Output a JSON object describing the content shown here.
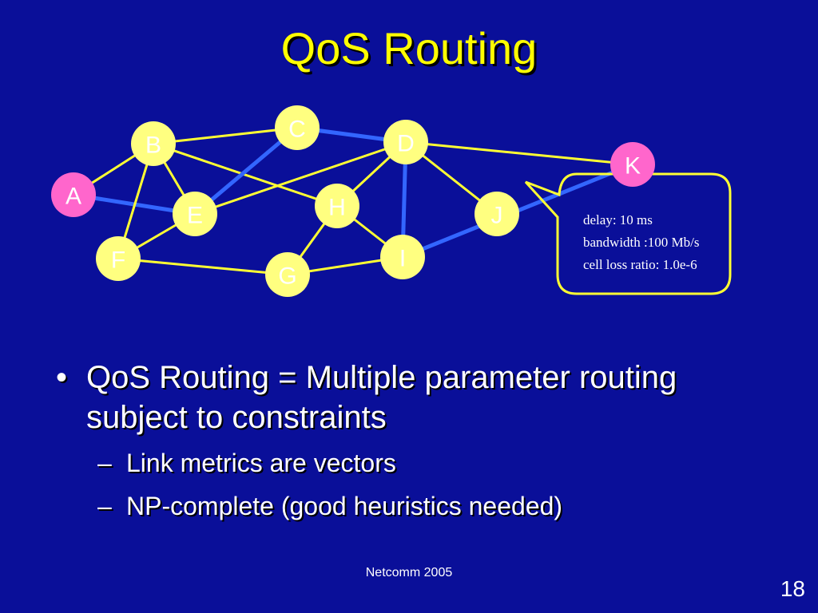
{
  "slide": {
    "title": "QoS Routing",
    "footer": "Netcomm 2005",
    "page_number": "18"
  },
  "diagram": {
    "nodes": [
      {
        "id": "A",
        "label": "A",
        "color": "#ff66cc"
      },
      {
        "id": "B",
        "label": "B",
        "color": "#ffff80"
      },
      {
        "id": "C",
        "label": "C",
        "color": "#ffff80"
      },
      {
        "id": "D",
        "label": "D",
        "color": "#ffff80"
      },
      {
        "id": "E",
        "label": "E",
        "color": "#ffff80"
      },
      {
        "id": "F",
        "label": "F",
        "color": "#ffff80"
      },
      {
        "id": "G",
        "label": "G",
        "color": "#ffff80"
      },
      {
        "id": "H",
        "label": "H",
        "color": "#ffff80"
      },
      {
        "id": "I",
        "label": "I",
        "color": "#ffff80"
      },
      {
        "id": "J",
        "label": "J",
        "color": "#ffff80"
      },
      {
        "id": "K",
        "label": "K",
        "color": "#ff66cc"
      }
    ],
    "edges": [
      {
        "from": "A",
        "to": "B",
        "highlighted": false
      },
      {
        "from": "A",
        "to": "E",
        "highlighted": true
      },
      {
        "from": "B",
        "to": "C",
        "highlighted": false
      },
      {
        "from": "B",
        "to": "E",
        "highlighted": false
      },
      {
        "from": "B",
        "to": "F",
        "highlighted": false
      },
      {
        "from": "B",
        "to": "H",
        "highlighted": false
      },
      {
        "from": "C",
        "to": "D",
        "highlighted": true
      },
      {
        "from": "C",
        "to": "E",
        "highlighted": true
      },
      {
        "from": "D",
        "to": "E",
        "highlighted": false
      },
      {
        "from": "D",
        "to": "H",
        "highlighted": false
      },
      {
        "from": "D",
        "to": "I",
        "highlighted": true
      },
      {
        "from": "D",
        "to": "J",
        "highlighted": false
      },
      {
        "from": "D",
        "to": "K",
        "highlighted": false
      },
      {
        "from": "E",
        "to": "F",
        "highlighted": false
      },
      {
        "from": "F",
        "to": "G",
        "highlighted": false
      },
      {
        "from": "G",
        "to": "H",
        "highlighted": false
      },
      {
        "from": "G",
        "to": "I",
        "highlighted": false
      },
      {
        "from": "H",
        "to": "I",
        "highlighted": false
      },
      {
        "from": "I",
        "to": "K",
        "highlighted": true
      }
    ],
    "colors": {
      "edge": "#ffff33",
      "highlighted_edge": "#3366ff",
      "callout_border": "#ffff33"
    },
    "callout": {
      "lines": [
        "delay:  10 ms",
        "bandwidth :100 Mb/s",
        "cell loss ratio: 1.0e-6"
      ]
    }
  },
  "bullets": {
    "main": "QoS Routing = Multiple parameter routing subject to constraints",
    "sub": [
      "Link metrics are vectors",
      "NP-complete (good heuristics needed)"
    ]
  }
}
